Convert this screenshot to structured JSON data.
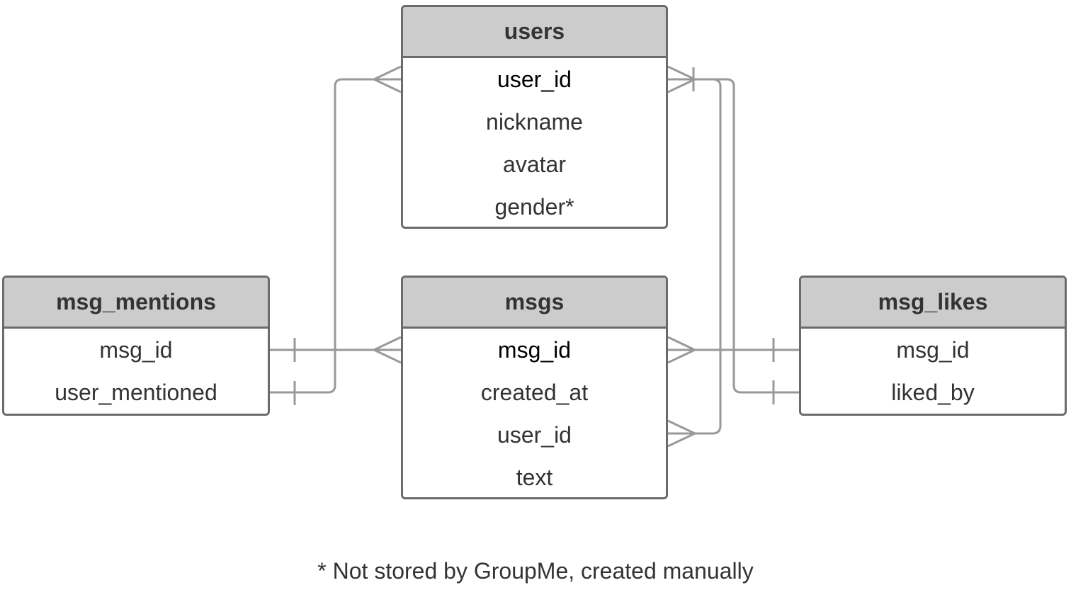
{
  "entities": {
    "users": {
      "name": "users",
      "fields": [
        "user_id",
        "nickname",
        "avatar",
        "gender*"
      ]
    },
    "msgs": {
      "name": "msgs",
      "fields": [
        "msg_id",
        "created_at",
        "user_id",
        "text"
      ]
    },
    "msg_mentions": {
      "name": "msg_mentions",
      "fields": [
        "msg_id",
        "user_mentioned"
      ]
    },
    "msg_likes": {
      "name": "msg_likes",
      "fields": [
        "msg_id",
        "liked_by"
      ]
    }
  },
  "footnote": "* Not stored by GroupMe, created manually",
  "colors": {
    "header_bg": "#cccccc",
    "border": "#6b6b6b",
    "connector": "#999999",
    "text": "#333333"
  }
}
